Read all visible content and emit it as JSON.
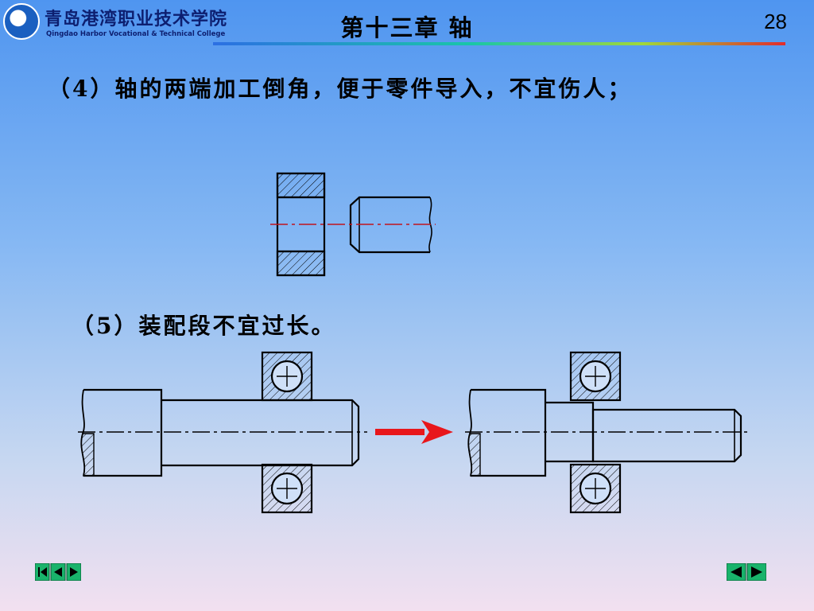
{
  "header": {
    "logo_cn": "青岛港湾职业技术学院",
    "logo_en": "Qingdao Harbor Vocational & Technical College",
    "title": "第十三章 轴",
    "page_number": "28"
  },
  "content": {
    "point4": "（4）轴的两端加工倒角，便于零件导入，不宜伤人；",
    "point5": "（5）装配段不宜过长。"
  },
  "colors": {
    "accent_red": "#e8161b",
    "nav_green": "#19b36b"
  },
  "navigation": {
    "left_icons": [
      "first-icon",
      "prev-icon",
      "next-icon"
    ],
    "right_icons": [
      "prev-icon",
      "next-icon"
    ]
  }
}
